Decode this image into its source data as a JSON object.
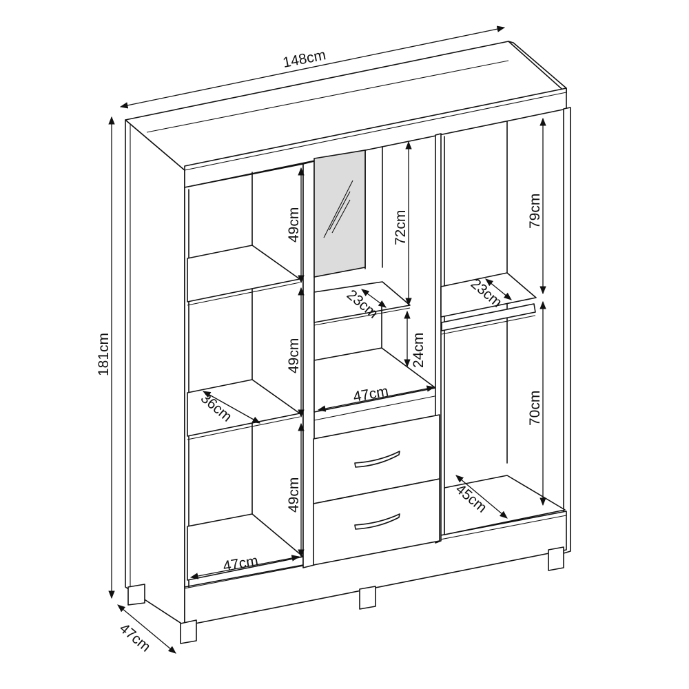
{
  "diagram": {
    "subject": "Wardrobe with mirror, shelves, hanging rail and two drawers",
    "colors": {
      "line": "#111111",
      "background": "#ffffff",
      "mirror": "#dcdcdc"
    },
    "dimensions": {
      "overall_width": "148cm",
      "overall_height": "181cm",
      "overall_depth": "47cm",
      "left_top_shelf_height": "49cm",
      "left_middle_shelf_height": "49cm",
      "left_bottom_shelf_height": "49cm",
      "left_shelf_depth": "36cm",
      "left_bottom_width": "47cm",
      "center_upper_height": "72cm",
      "center_shelf_depth": "23cm",
      "center_niche_height": "24cm",
      "center_niche_width": "47cm",
      "right_upper_height": "79cm",
      "right_shelf_depth": "23cm",
      "right_hanging_height": "70cm",
      "right_bottom_depth": "45cm"
    }
  }
}
